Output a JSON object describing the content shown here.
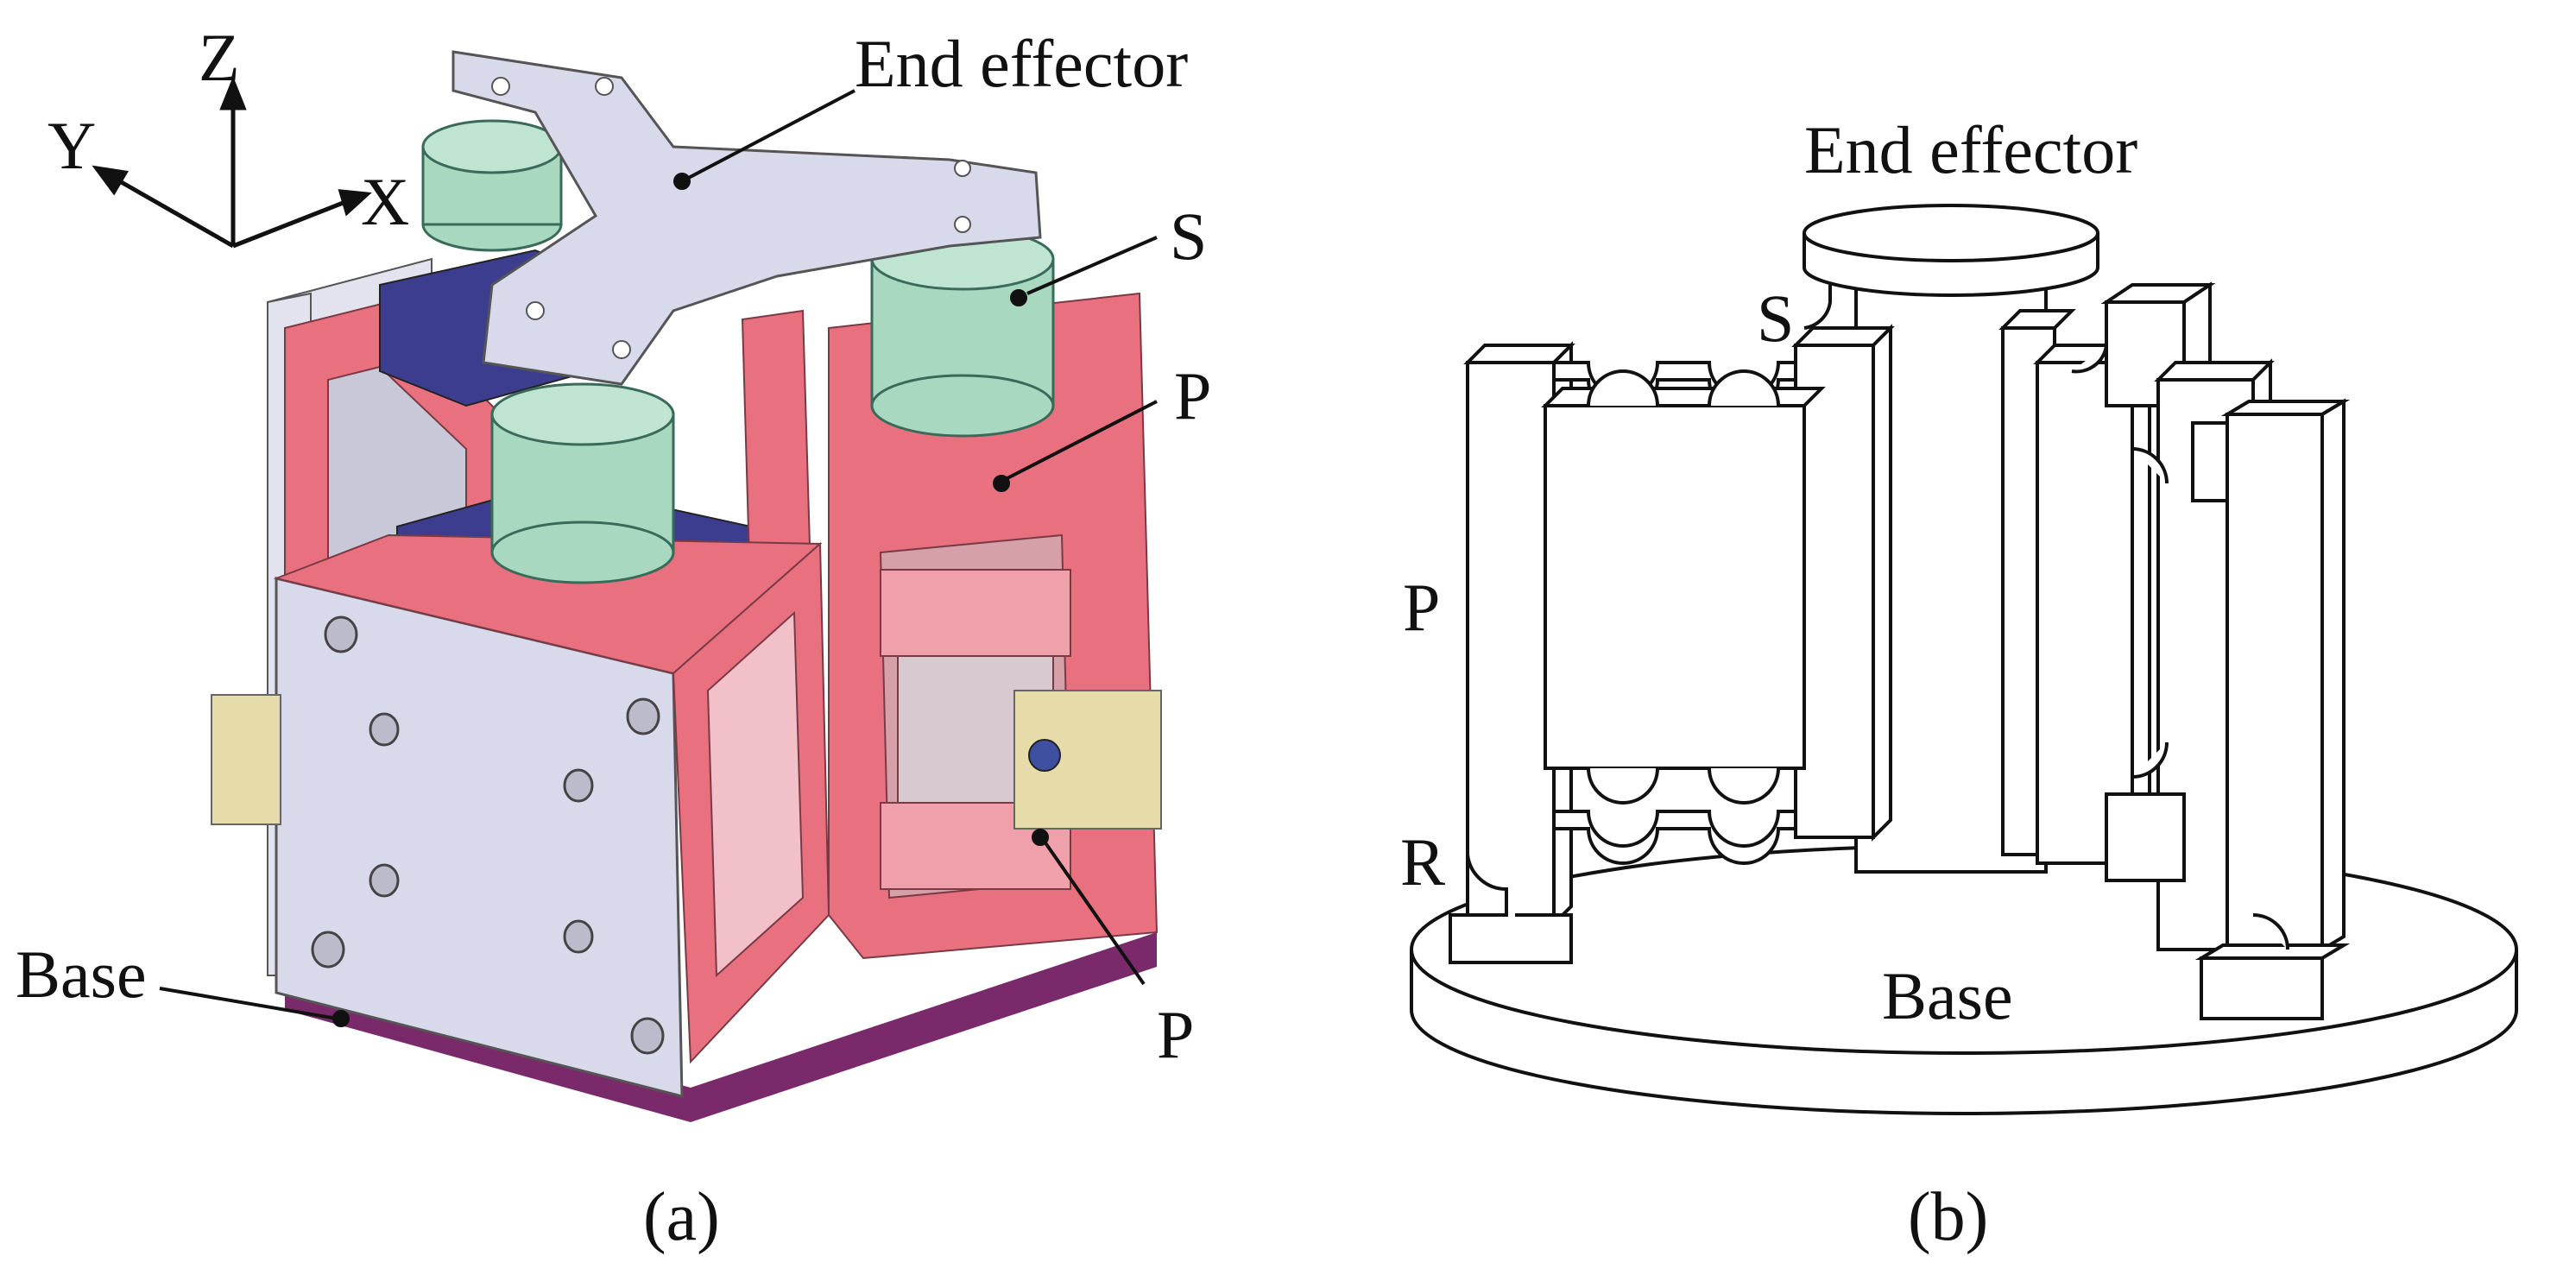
{
  "panel_a": {
    "axes": {
      "z": "Z",
      "y": "Y",
      "x": "X"
    },
    "labels": {
      "end_effector": "End effector",
      "s": "S",
      "p_top": "P",
      "p_bottom": "P",
      "base": "Base"
    },
    "caption": "(a)"
  },
  "panel_b": {
    "labels": {
      "end_effector": "End effector",
      "s": "S",
      "p": "P",
      "r": "R",
      "base": "Base"
    },
    "caption": "(b)"
  },
  "colors": {
    "lavender": "#d9d9ec",
    "pink": "#e8707f",
    "navy": "#3d3d8f",
    "mint": "#a8d8c0",
    "purple": "#7a2a6a",
    "tan": "#e6dcaa"
  }
}
